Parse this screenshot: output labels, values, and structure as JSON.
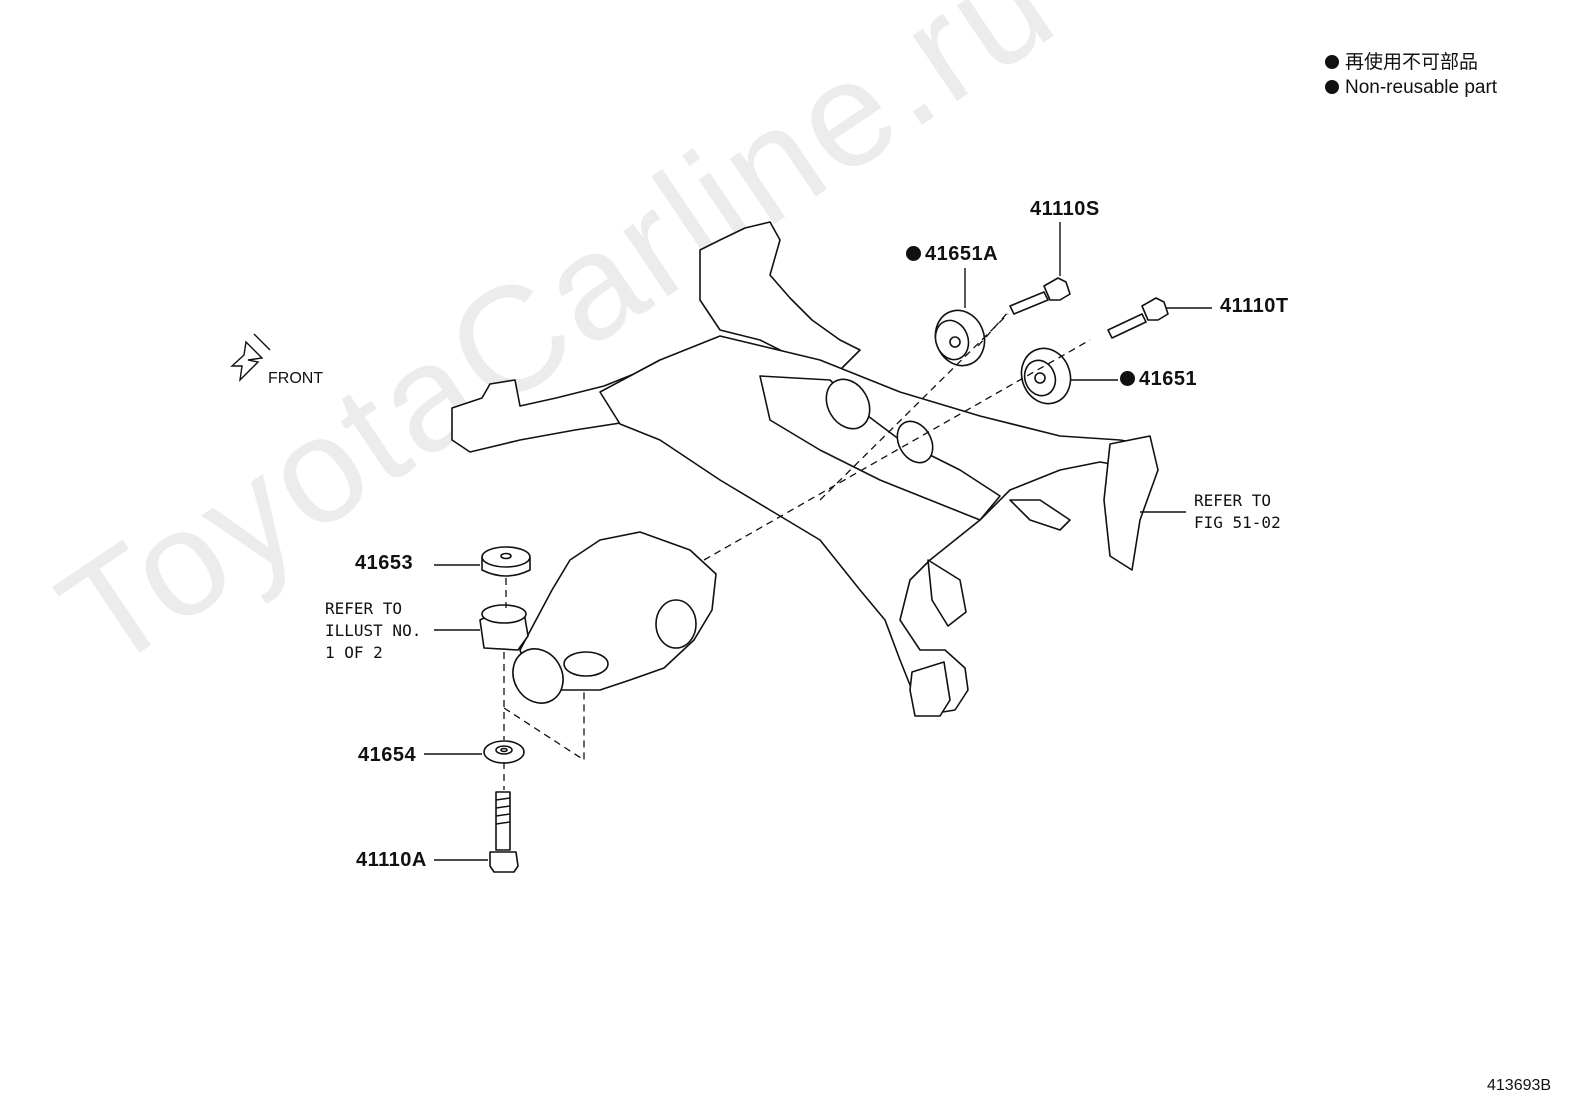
{
  "legend": {
    "line_jp": "再使用不可部品",
    "line_en": "Non-reusable part"
  },
  "watermark": "ToyotaCarline.ru",
  "front_label": "FRONT",
  "figure_id": "413693B",
  "parts": {
    "p41110S": "41110S",
    "p41651A": "41651A",
    "p41110T": "41110T",
    "p41651": "41651",
    "p41653": "41653",
    "p41654": "41654",
    "p41110A": "41110A"
  },
  "refer_fig": {
    "line1": "REFER TO",
    "line2": "FIG 51-02"
  },
  "refer_illust": {
    "line1": "REFER TO",
    "line2": "ILLUST NO.",
    "line3": "1 OF 2"
  },
  "colors": {
    "ink": "#111111",
    "watermark": "#ececec",
    "background": "#ffffff"
  }
}
